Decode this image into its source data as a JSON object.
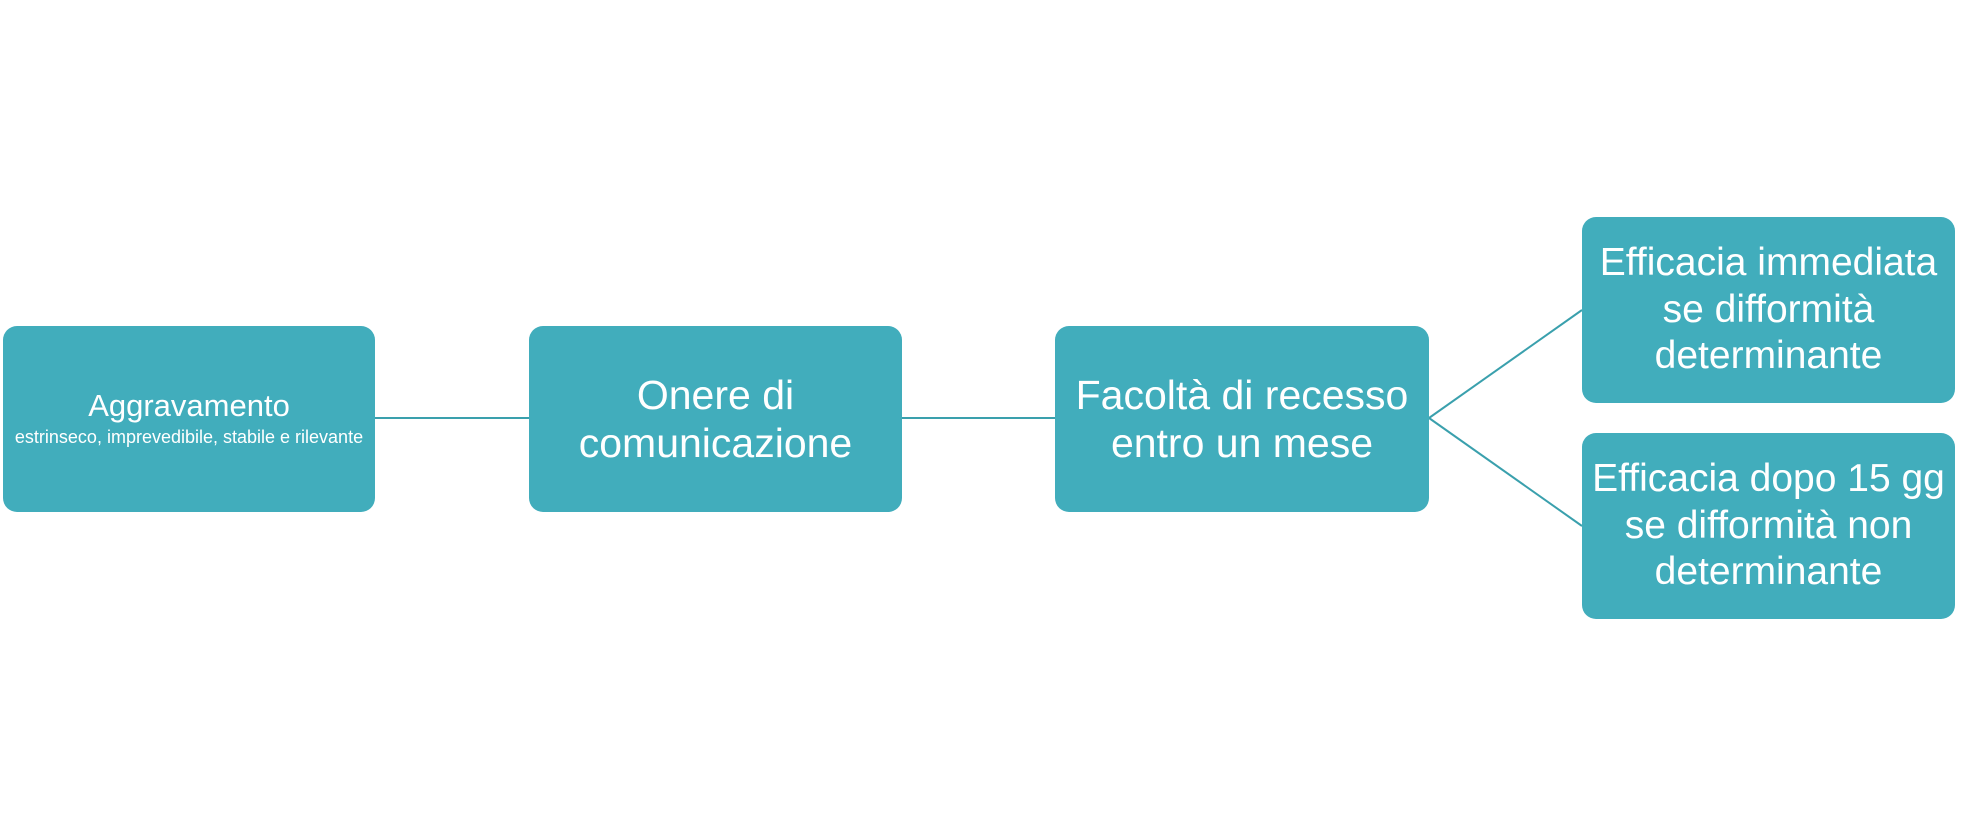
{
  "nodes": {
    "aggravamento": {
      "title": "Aggravamento",
      "subtitle": "estrinseco, imprevedibile, stabile e rilevante"
    },
    "onere": {
      "label": "Onere di comunicazione"
    },
    "facolta": {
      "label": "Facoltà di recesso entro un mese"
    },
    "efficacia_immediata": {
      "label": "Efficacia immediata se difformità determinante"
    },
    "efficacia_dopo": {
      "label": "Efficacia dopo 15 gg se difformità non  determinante"
    }
  },
  "colors": {
    "box_fill": "#41adbc",
    "connector": "#3aa0ad",
    "text": "#ffffff"
  }
}
